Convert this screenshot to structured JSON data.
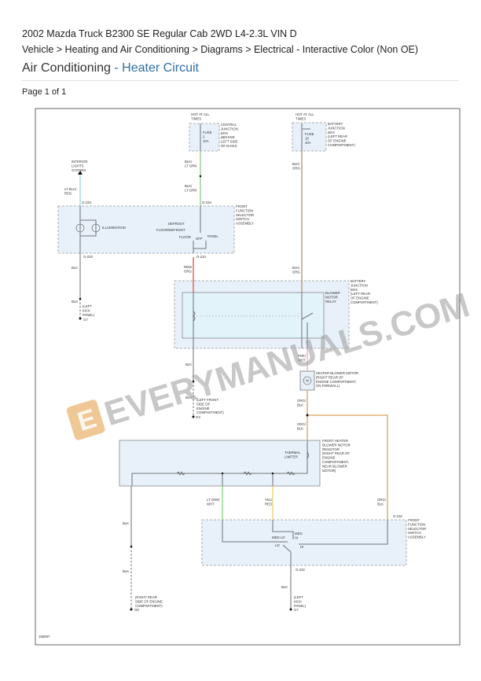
{
  "header": {
    "vehicle": "2002 Mazda Truck B2300 SE Regular Cab 2WD L4-2.3L VIN D",
    "breadcrumb": "Vehicle > Heating and Air Conditioning > Diagrams > Electrical - Interactive Color (Non OE)",
    "title_main": "Air Conditioning",
    "title_sub": "- Heater Circuit",
    "page": "Page 1 of 1"
  },
  "colors": {
    "title_sub": "#2f6ea5",
    "box_fill": "#e8f1fa",
    "wire_blk_lt_grn": "#8fc98a",
    "wire_lt_blu_red": "#9fd6e6",
    "wire_red_org": "#e2563b",
    "wire_blk_org": "#b5916b",
    "wire_pnk_wht": "#e7a6c4",
    "wire_org_blk": "#d9a55a",
    "wire_lt_grn_wht": "#7fdc7a",
    "wire_yel_red": "#f0cf6a"
  },
  "watermark": "EVERYMANUALS.COM",
  "diagram": {
    "hot1": [
      "HOT AT ALL",
      "TIMES"
    ],
    "hot2": [
      "HOT AT ALL",
      "TIMES"
    ],
    "fuse1": [
      "FUSE",
      "2",
      "10A"
    ],
    "fuse2": [
      "FUSE",
      "18",
      "40A"
    ],
    "central_jb": [
      "CENTRAL",
      "JUNCTION",
      "BOX",
      "(BEHIND",
      "LEFT SIDE",
      "OF DASH)"
    ],
    "battery_jb1": [
      "BATTERY",
      "JUNCTION",
      "BOX",
      "(LEFT REAR",
      "OF ENGINE",
      "COMPARTMENT)"
    ],
    "battery_jb2": [
      "BATTERY",
      "JUNCTION",
      "BOX",
      "(LEFT REAR",
      "OF ENGINE",
      "COMPARTMENT)"
    ],
    "interior_lights": [
      "INTERIOR",
      "LIGHTS",
      "SYSTEM"
    ],
    "lt_blu_red": [
      "LT BLU/",
      "RED"
    ],
    "blk_lt_grn_1": [
      "BLK/",
      "LT GRN"
    ],
    "blk_lt_grn_2": [
      "BLK/",
      "LT GRN"
    ],
    "blk_org_1": [
      "BLK/",
      "ORG"
    ],
    "blk_org_2": [
      "BLK/",
      "ORG"
    ],
    "g233_top": "G-233",
    "g234_top": "G-234",
    "g233_bot": "G-233",
    "g234_bot": "G-234",
    "ffss1": [
      "FRONT",
      "FUNCTION",
      "SELECTOR",
      "SWITCH",
      "ASSEMBLY"
    ],
    "illumination": "ILLUMINATION",
    "defrost": "DEFROST",
    "floor_defrost": "FLOOR/DEFROST",
    "floor": "FLOOR",
    "off": "OFF",
    "panel": "PANEL",
    "blk_a": "BLK",
    "blk_b": "BLK",
    "left_kick_1": [
      "(LEFT",
      "KICK",
      "PANEL)"
    ],
    "g7_1": "G7",
    "red_org": [
      "RED/",
      "ORG"
    ],
    "blower_relay": [
      "BLOWER",
      "MOTOR",
      "RELAY"
    ],
    "blk_c": "BLK",
    "blk_d": "BLK",
    "left_front": [
      "(LEFT FRONT",
      "SIDE OF",
      "ENGINE",
      "COMPARTMENT)"
    ],
    "g3": "G3",
    "pnk_wht": [
      "PNK/",
      "WHT"
    ],
    "motor_symbol": "M",
    "heater_motor": [
      "HEATER BLOWER MOTOR",
      "(RIGHT REAR OF",
      "ENGINE COMPARTMENT,",
      "ON FIREWALL)"
    ],
    "org_blk_1": [
      "ORG/",
      "BLK"
    ],
    "org_blk_2": [
      "ORG/",
      "BLK"
    ],
    "resistor": [
      "FRONT HEATER",
      "BLOWER MOTOR",
      "RESISTOR",
      "(RIGHT REAR OF",
      "ENGINE",
      "COMPARTMENT,",
      "NEAR BLOWER",
      "MOTOR)"
    ],
    "thermal": [
      "THERMAL",
      "LIMITER"
    ],
    "lt_grn_wht": [
      "LT GRN/",
      "WHT"
    ],
    "yel_red": [
      "YEL/",
      "RED"
    ],
    "org_blk_3": [
      "ORG/",
      "BLK"
    ],
    "g232_top": "G-232",
    "g232_bot": "G-232",
    "ffss2": [
      "FRONT",
      "FUNCTION",
      "SELECTOR",
      "SWITCH",
      "ASSEMBLY"
    ],
    "med_lo": "MED LO",
    "med_hi": [
      "MED",
      "HI"
    ],
    "lo": "LO",
    "hi": "HI",
    "blk_e": "BLK",
    "blk_f": "BLK",
    "blk_g": "BLK",
    "right_rear": [
      "(RIGHT REAR",
      "SIDE OF ENGINE",
      "COMPARTMENT)"
    ],
    "g8": "G8",
    "left_kick_2": [
      "(LEFT",
      "KICK",
      "PANEL)"
    ],
    "g7_2": "G7",
    "figure_id": "158087"
  }
}
